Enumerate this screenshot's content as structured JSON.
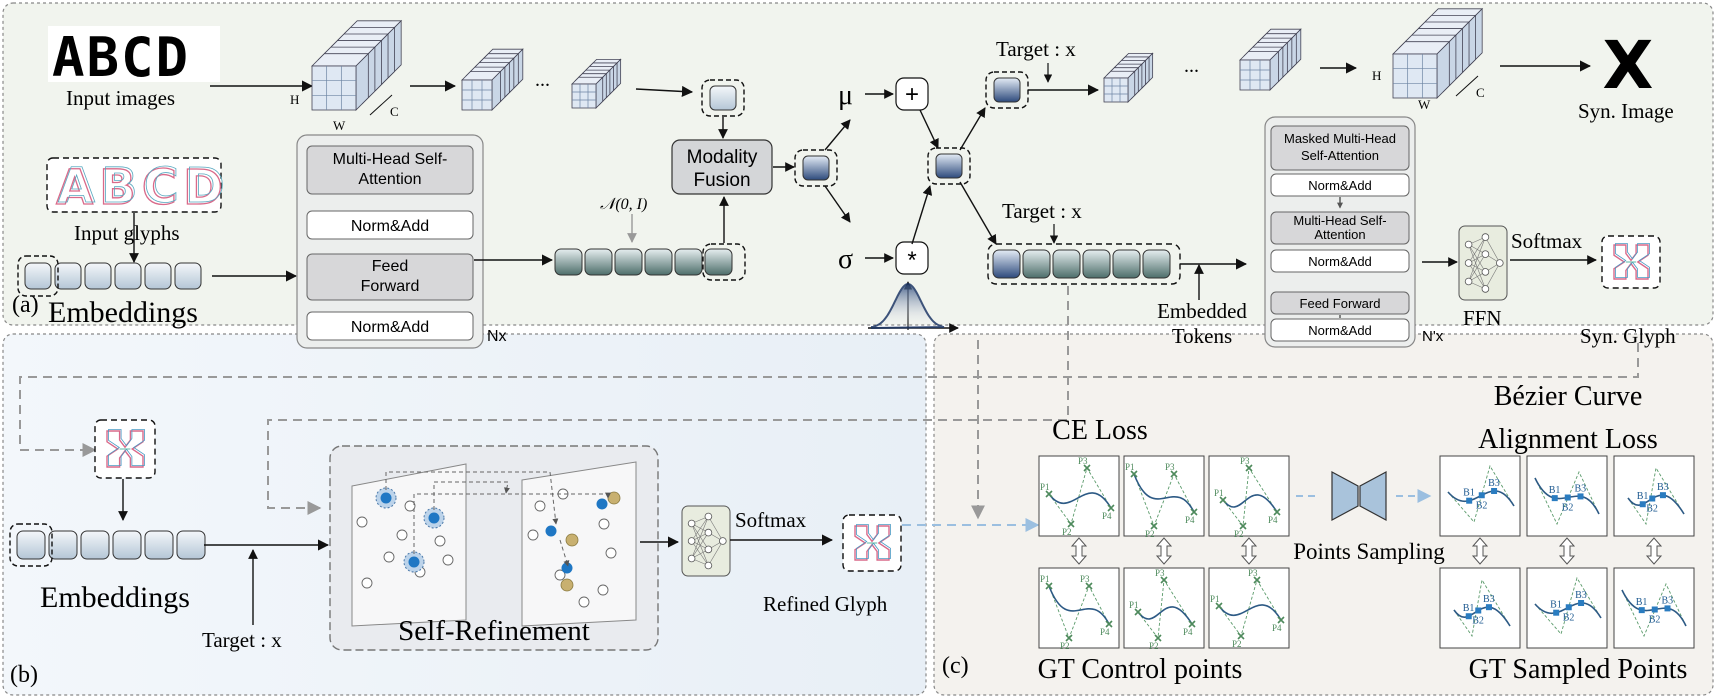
{
  "panels": {
    "a": "(a)",
    "b": "(b)",
    "c": "(c)"
  },
  "a": {
    "input_text": "ABCD",
    "input_images": "Input images",
    "input_glyphs": "Input glyphs",
    "embeddings": "Embeddings",
    "dims": {
      "h": "H",
      "w": "W",
      "c": "C"
    },
    "ellipsis": "...",
    "encoder": [
      "Multi-Head Self-Attention",
      "Norm&Add",
      "Feed Forward",
      "Norm&Add"
    ],
    "enc_repeat": "Nx",
    "noise": "𝒩(0, I)",
    "modality_fusion": [
      "Modality",
      "Fusion"
    ],
    "mu": "μ",
    "sigma": "σ",
    "plus": "+",
    "times": "*",
    "target1": "Target : x",
    "target2": "Target : x",
    "decoder": [
      "Masked Multi-Head Self-Attention",
      "Norm&Add",
      "Multi-Head Self-Attention",
      "Norm&Add",
      "Feed Forward",
      "Norm&Add"
    ],
    "dec_repeat": "N'x",
    "ffn": "FFN",
    "softmax": "Softmax",
    "embedded_tokens": [
      "Embedded",
      "Tokens"
    ],
    "syn_image": "Syn. Image",
    "syn_image_char": "X",
    "syn_glyph": "Syn. Glyph"
  },
  "b": {
    "embeddings": "Embeddings",
    "target": "Target : x",
    "self_refinement": "Self-Refinement",
    "softmax": "Softmax",
    "refined_glyph": "Refined Glyph"
  },
  "c": {
    "ce_loss": "CE Loss",
    "bezier": [
      "Bézier Curve",
      "Alignment Loss"
    ],
    "points_sampling": "Points Sampling",
    "gt_control": "GT Control points",
    "gt_sampled": "GT Sampled Points",
    "control_labels": [
      "P1",
      "P2",
      "P3",
      "P4"
    ],
    "sampled_labels": [
      "B1",
      "B2",
      "B3"
    ]
  }
}
